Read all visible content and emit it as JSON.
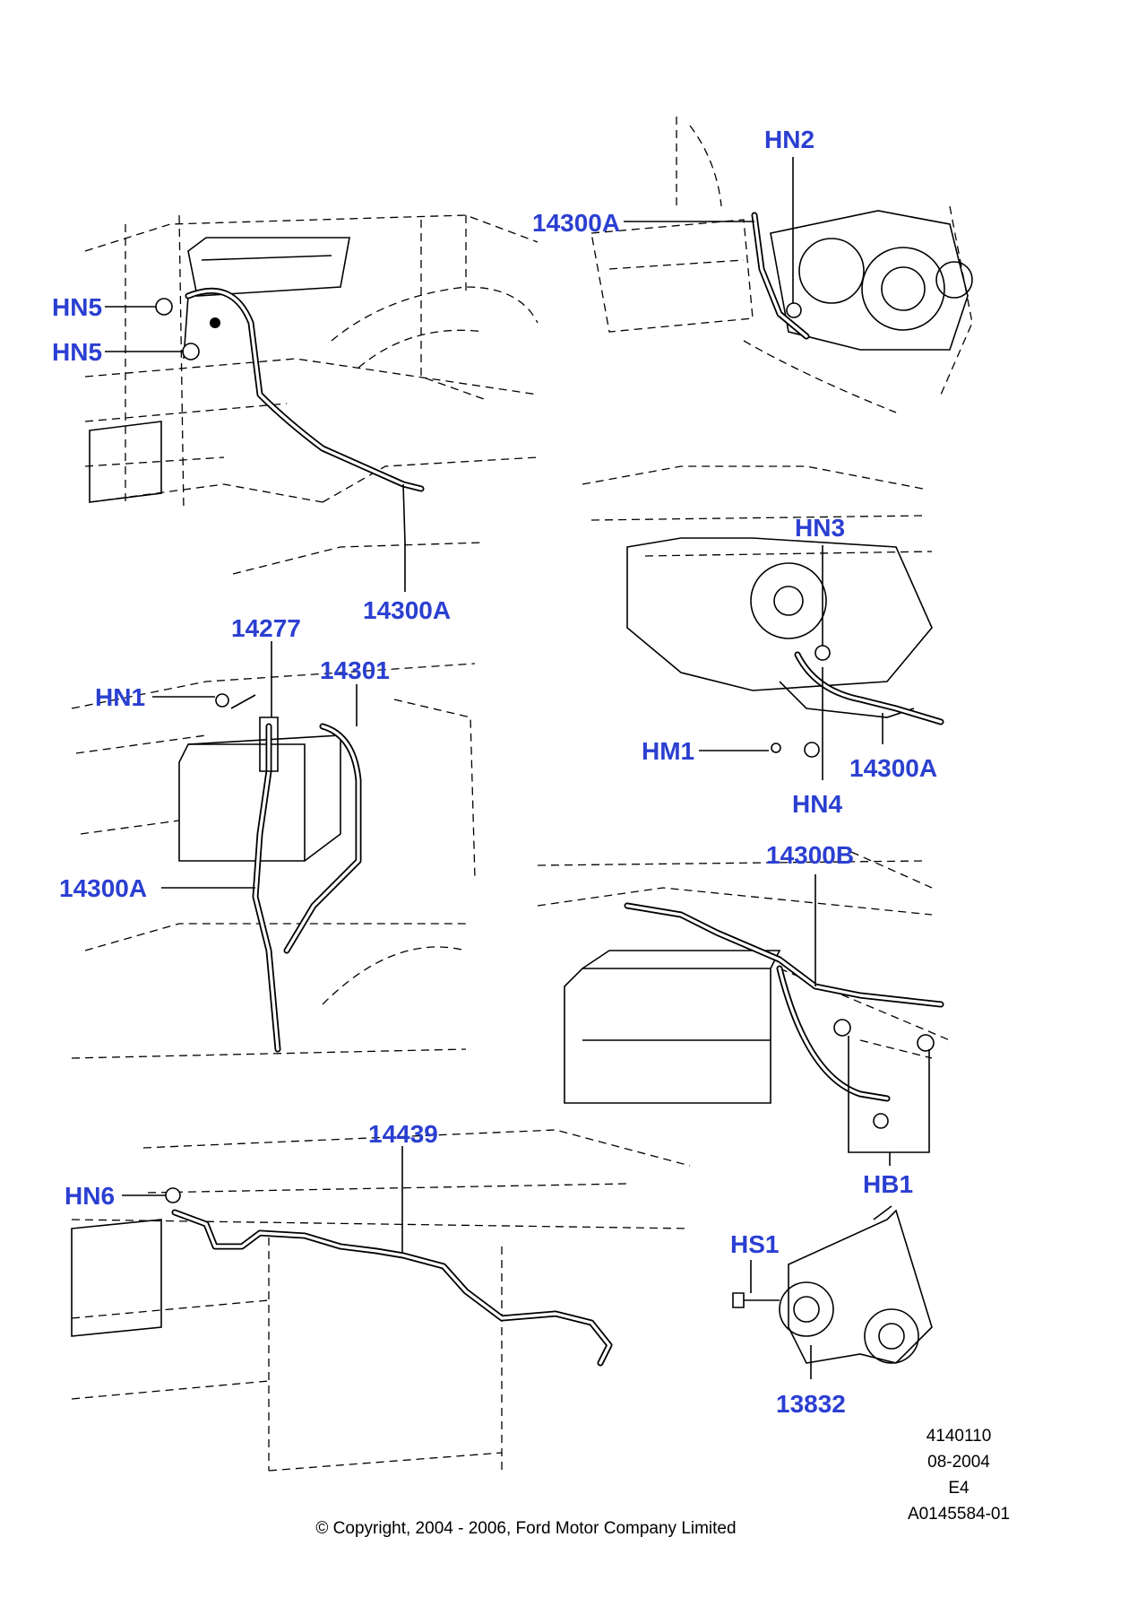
{
  "colors": {
    "callout": "#2b3fd1",
    "line": "#000000",
    "background": "#ffffff"
  },
  "callouts": {
    "hn5_a": "HN5",
    "hn5_b": "HN5",
    "c14300a_top_left": "14300A",
    "hn2": "HN2",
    "c14300a_top_right": "14300A",
    "hn3": "HN3",
    "c14277": "14277",
    "c14301": "14301",
    "hn1": "HN1",
    "c14300a_mid_left": "14300A",
    "hm1": "HM1",
    "hn4": "HN4",
    "c14300a_mid_right": "14300A",
    "c14300b": "14300B",
    "hb1": "HB1",
    "c14439": "14439",
    "hn6": "HN6",
    "hs1": "HS1",
    "c13832": "13832"
  },
  "meta": {
    "line1": "4140110",
    "line2": "08-2004",
    "line3": "E4",
    "line4": "A0145584-01"
  },
  "copyright": "© Copyright, 2004 - 2006, Ford Motor Company Limited"
}
